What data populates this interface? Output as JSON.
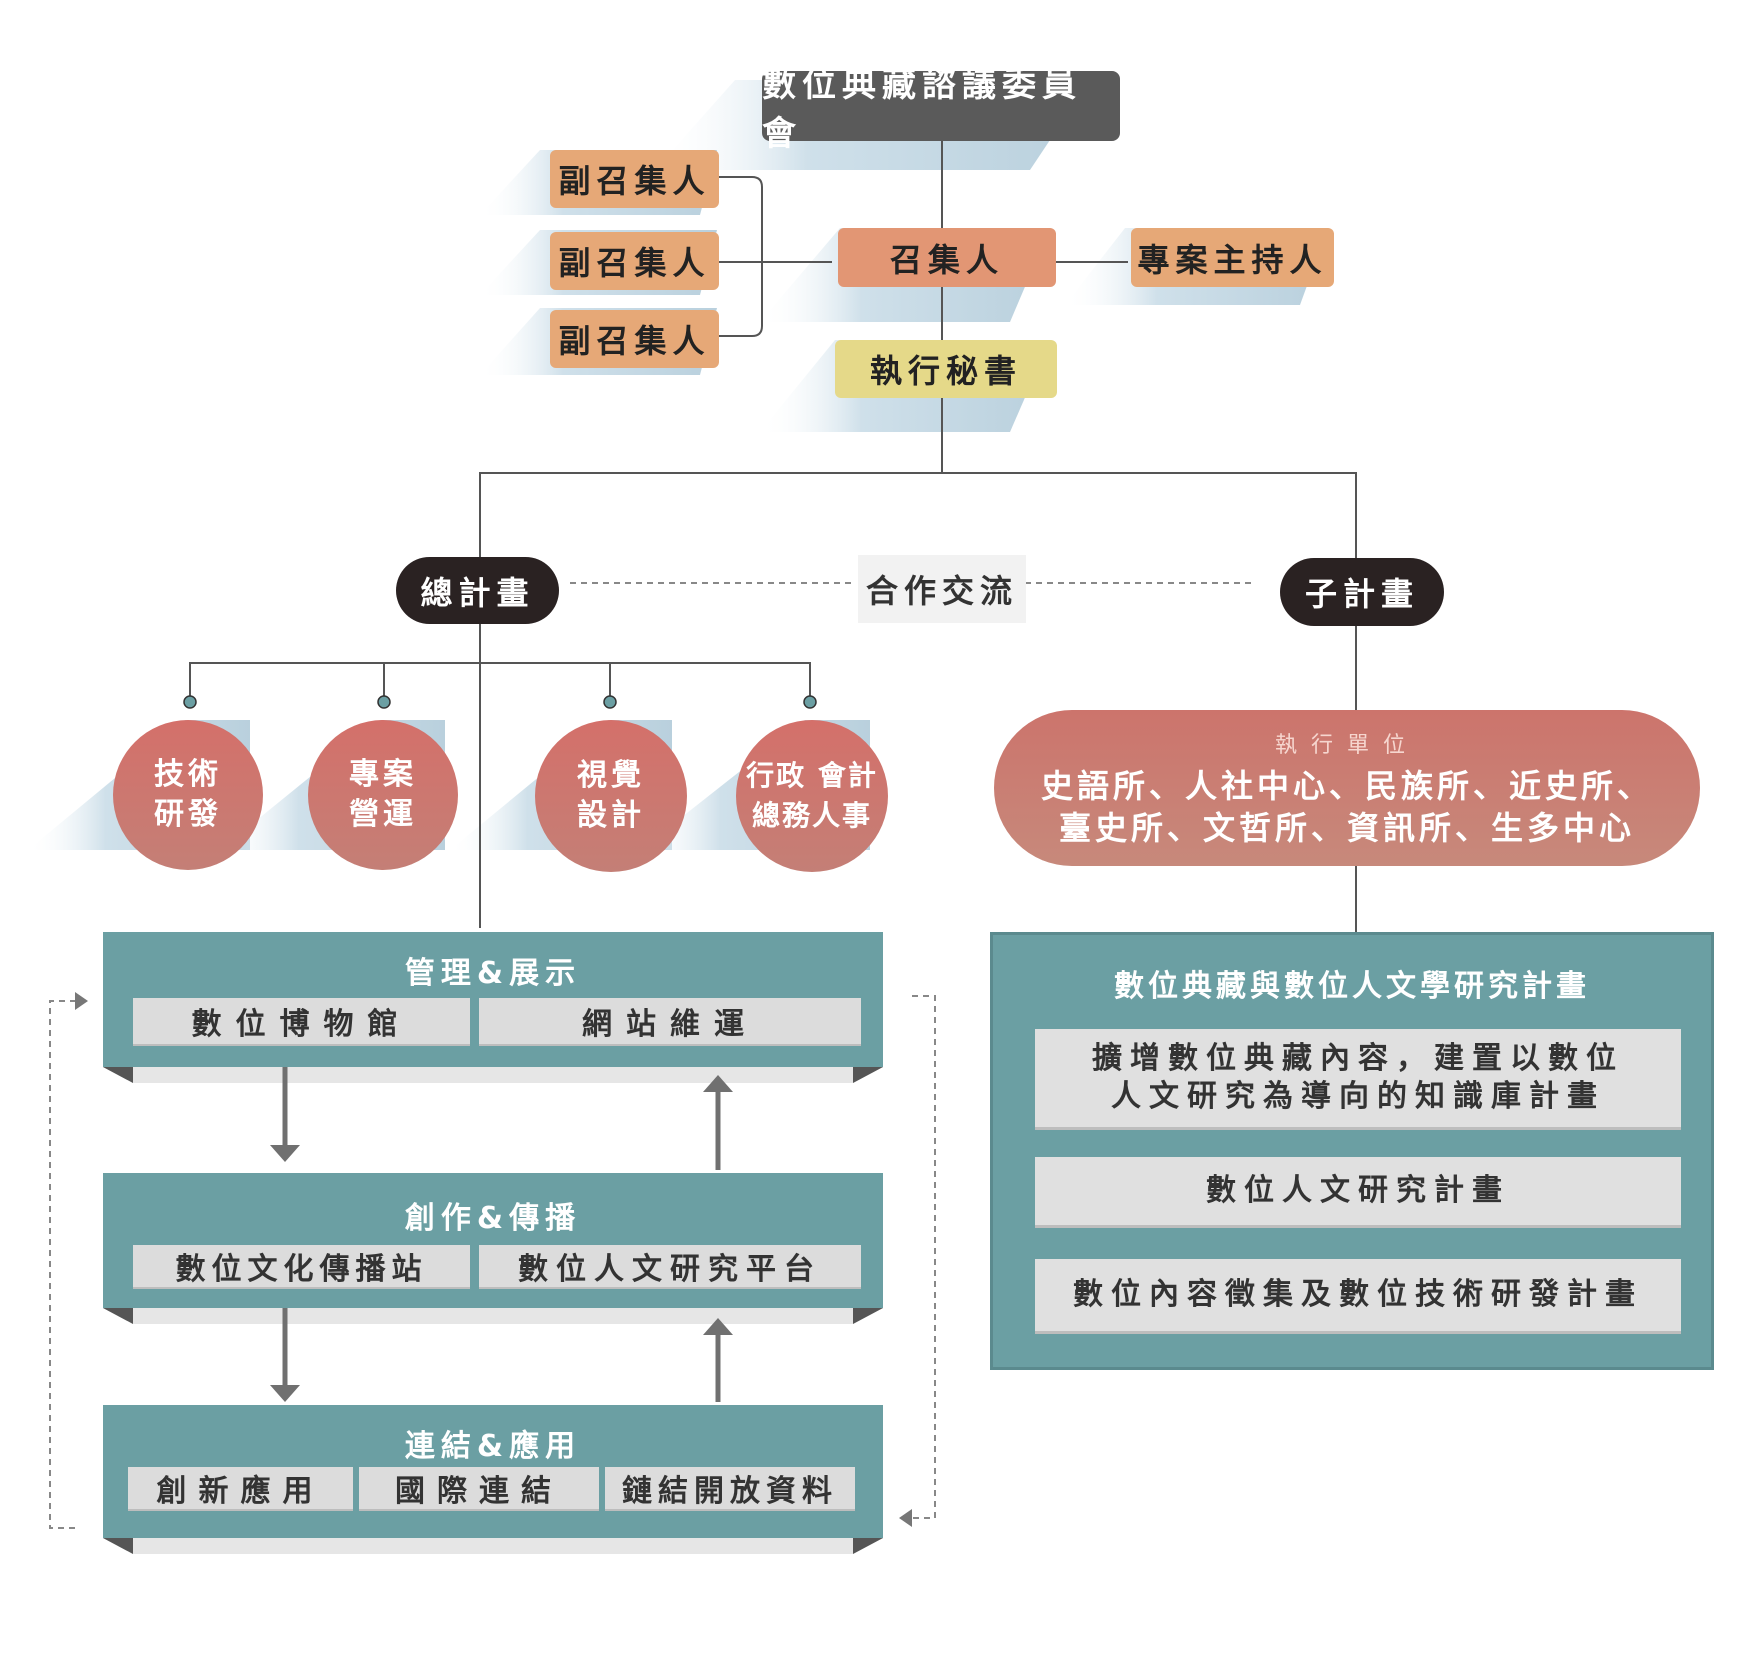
{
  "top": {
    "committee": "數位典藏諮議委員會",
    "vice_convener_1": "副召集人",
    "vice_convener_2": "副召集人",
    "vice_convener_3": "副召集人",
    "convener": "召集人",
    "project_host": "專案主持人",
    "exec_secretary": "執行秘書"
  },
  "middle": {
    "main_plan": "總計畫",
    "cooperation": "合作交流",
    "sub_plan": "子計畫"
  },
  "divisions": [
    {
      "line1": "技術",
      "line2": "研發"
    },
    {
      "line1": "專案",
      "line2": "營運"
    },
    {
      "line1": "視覺",
      "line2": "設計"
    },
    {
      "line1": "行政 會計",
      "line2": "總務人事"
    }
  ],
  "exec_units": {
    "label": "執行單位",
    "line1": "史語所、人社中心、民族所、近史所、",
    "line2": "臺史所、文哲所、資訊所、生多中心"
  },
  "left_layers": [
    {
      "title": "管理&展示",
      "items": [
        "數位博物館",
        "網站維運"
      ]
    },
    {
      "title": "創作&傳播",
      "items": [
        "數位文化傳播站",
        "數位人文研究平台"
      ]
    },
    {
      "title": "連結&應用",
      "items": [
        "創新應用",
        "國際連結",
        "鏈結開放資料"
      ]
    }
  ],
  "right_panel": {
    "title": "數位典藏與數位人文學研究計畫",
    "item1_line1": "擴增數位典藏內容，建置以數位",
    "item1_line2": "人文研究為導向的知識庫計畫",
    "item2": "數位人文研究計畫",
    "item3": "數位內容徵集及數位技術研發計畫"
  },
  "colors": {
    "teal": "#6b9fa3",
    "dark": "#5a5a5a",
    "orange": "#e6a877",
    "salmon": "#e29674",
    "yellow": "#e5d989",
    "pill": "#2a2222",
    "circle": "#d4706a",
    "shadow": "#cfe0ea"
  }
}
